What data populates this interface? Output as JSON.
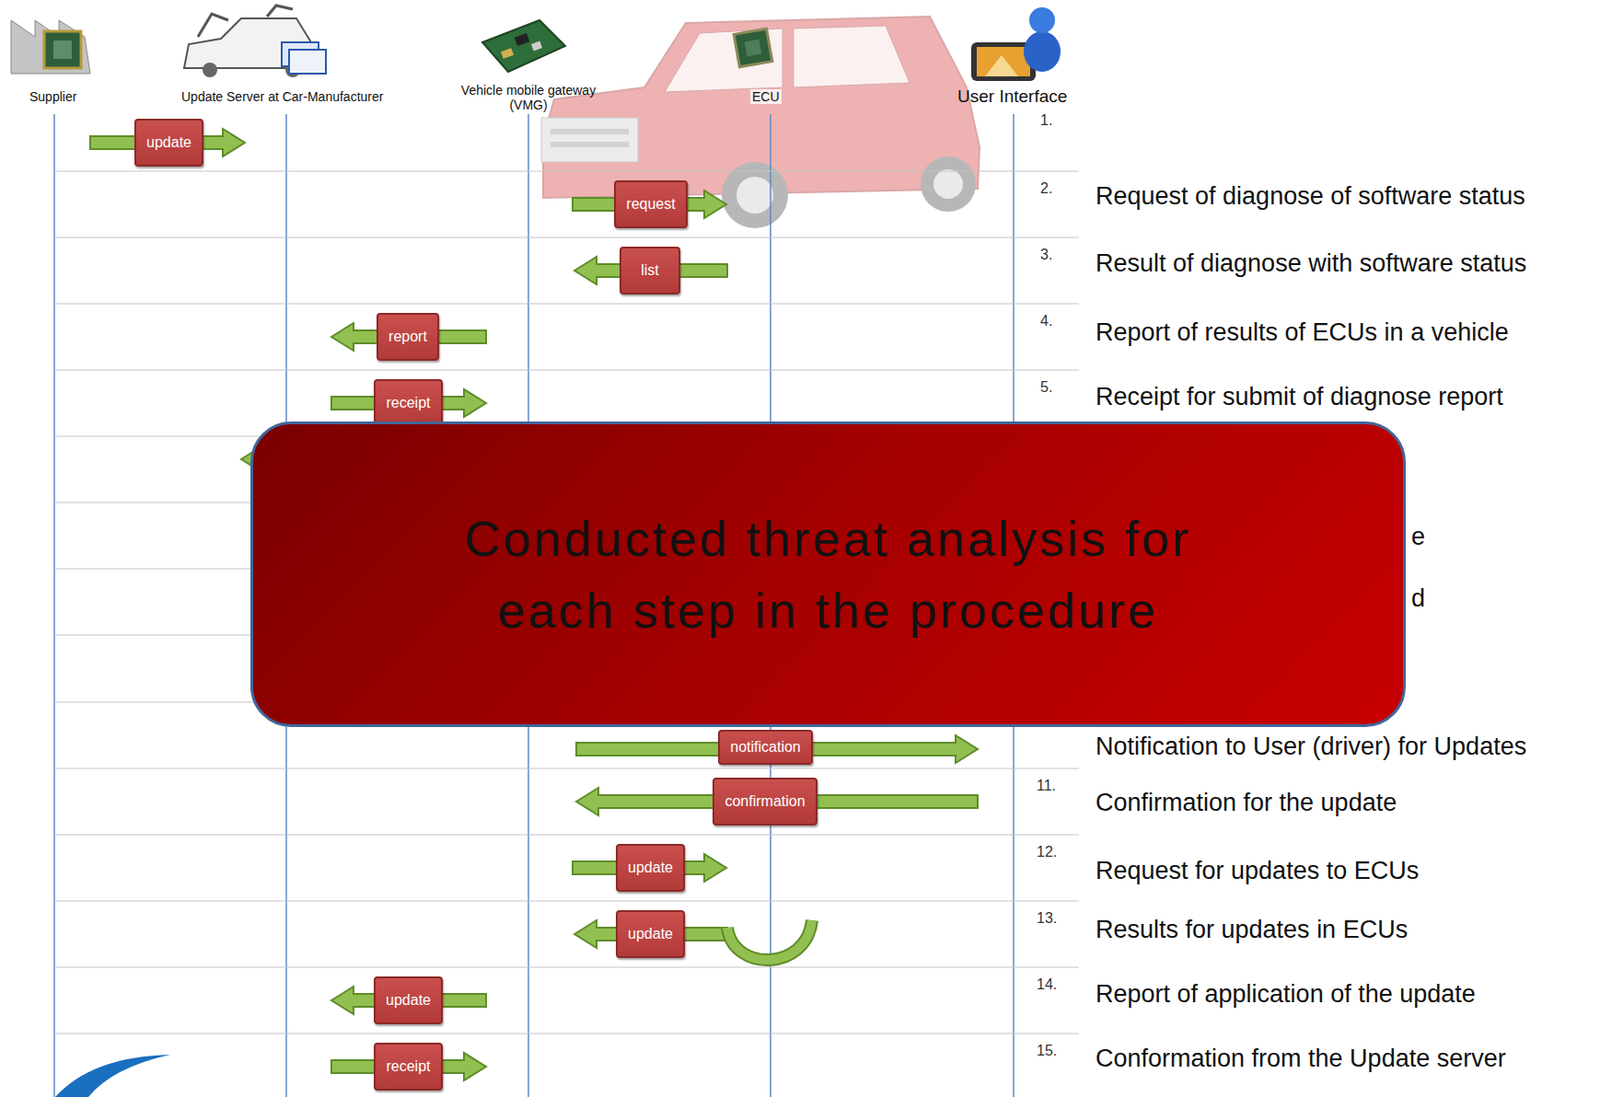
{
  "diagram": {
    "nodes": [
      {
        "text": [
          "update"
        ]
      },
      {
        "text": [
          "request"
        ]
      },
      {
        "text": [
          "list"
        ]
      },
      {
        "text": [
          "report"
        ]
      },
      {
        "text": [
          "receipt"
        ]
      },
      {
        "text": [
          "Conducted threat analysis for each step in the procedure"
        ]
      },
      {
        "text": [
          "notification"
        ]
      },
      {
        "text": [
          "confirmation"
        ]
      },
      {
        "text": [
          "update"
        ]
      },
      {
        "text": [
          "update"
        ]
      },
      {
        "text": [
          "update"
        ]
      },
      {
        "text": [
          "receipt"
        ]
      }
    ],
    "labels": [
      "Supplier",
      "Update Server at Car-Manufacturer",
      "Vehicle mobile gateway (VMG)",
      "ECU",
      "User Interface",
      "1.",
      "2.",
      "Request of diagnose of software status",
      "3.",
      "Result of diagnose with software status",
      "4.",
      "Report of results of ECUs in a vehicle",
      "5.",
      "Receipt for submit of diagnose report",
      "e",
      "d",
      "Notification to User (driver) for Updates",
      "11.",
      "Confirmation for the update",
      "12.",
      "Request for updates to ECUs",
      "13.",
      "Results for updates in ECUs",
      "14.",
      "Report of application of the update",
      "15.",
      "Conformation from the Update server"
    ]
  }
}
